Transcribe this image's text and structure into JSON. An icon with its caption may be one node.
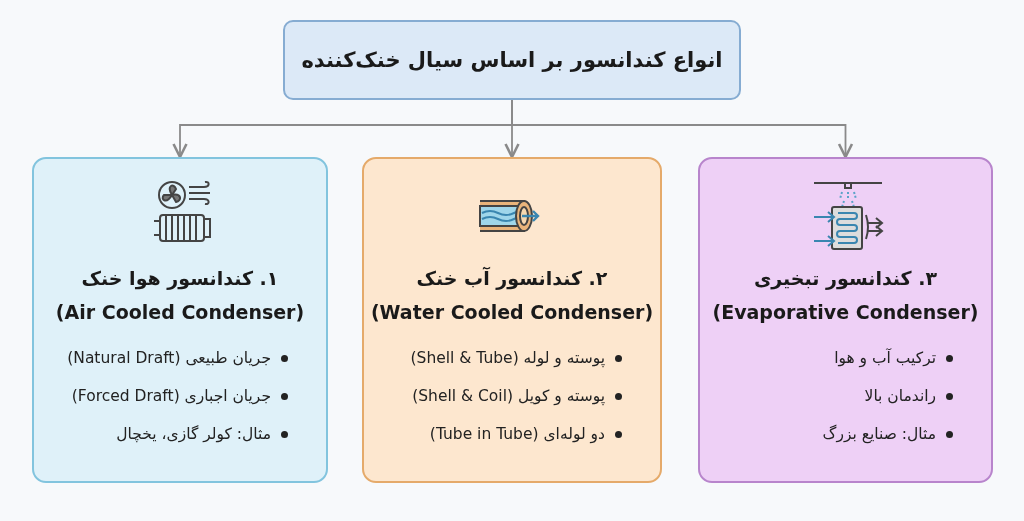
{
  "diagram": {
    "nodes": [
      {
        "text": [
          "انواع کندانسور بر اساس سیال خنک‌کننده"
        ]
      },
      {
        "text": [
          "۱. کندانسور هوا خنک",
          "(Air Cooled Condenser)",
          "جریان طبیعی (Natural Draft)",
          "جریان اجباری (Forced Draft)",
          "مثال: کولر گازی، یخچال"
        ]
      },
      {
        "text": [
          "۲. کندانسور آب خنک",
          "(Water Cooled Condenser)",
          "پوسته و لوله (Shell & Tube)",
          "پوسته و کویل (Shell & Coil)",
          "دو لوله‌ای (Tube in Tube)"
        ]
      },
      {
        "text": [
          "۳. کندانسور تبخیری",
          "(Evaporative Condenser)",
          "ترکیب آب و هوا",
          "راندمان بالا",
          "مثال: صنایع بزرگ"
        ]
      }
    ],
    "edges": [
      {
        "from": 0,
        "to": 1,
        "arrow": "to"
      },
      {
        "from": 0,
        "to": 2,
        "arrow": "to"
      },
      {
        "from": 0,
        "to": 3,
        "arrow": "to"
      }
    ]
  }
}
